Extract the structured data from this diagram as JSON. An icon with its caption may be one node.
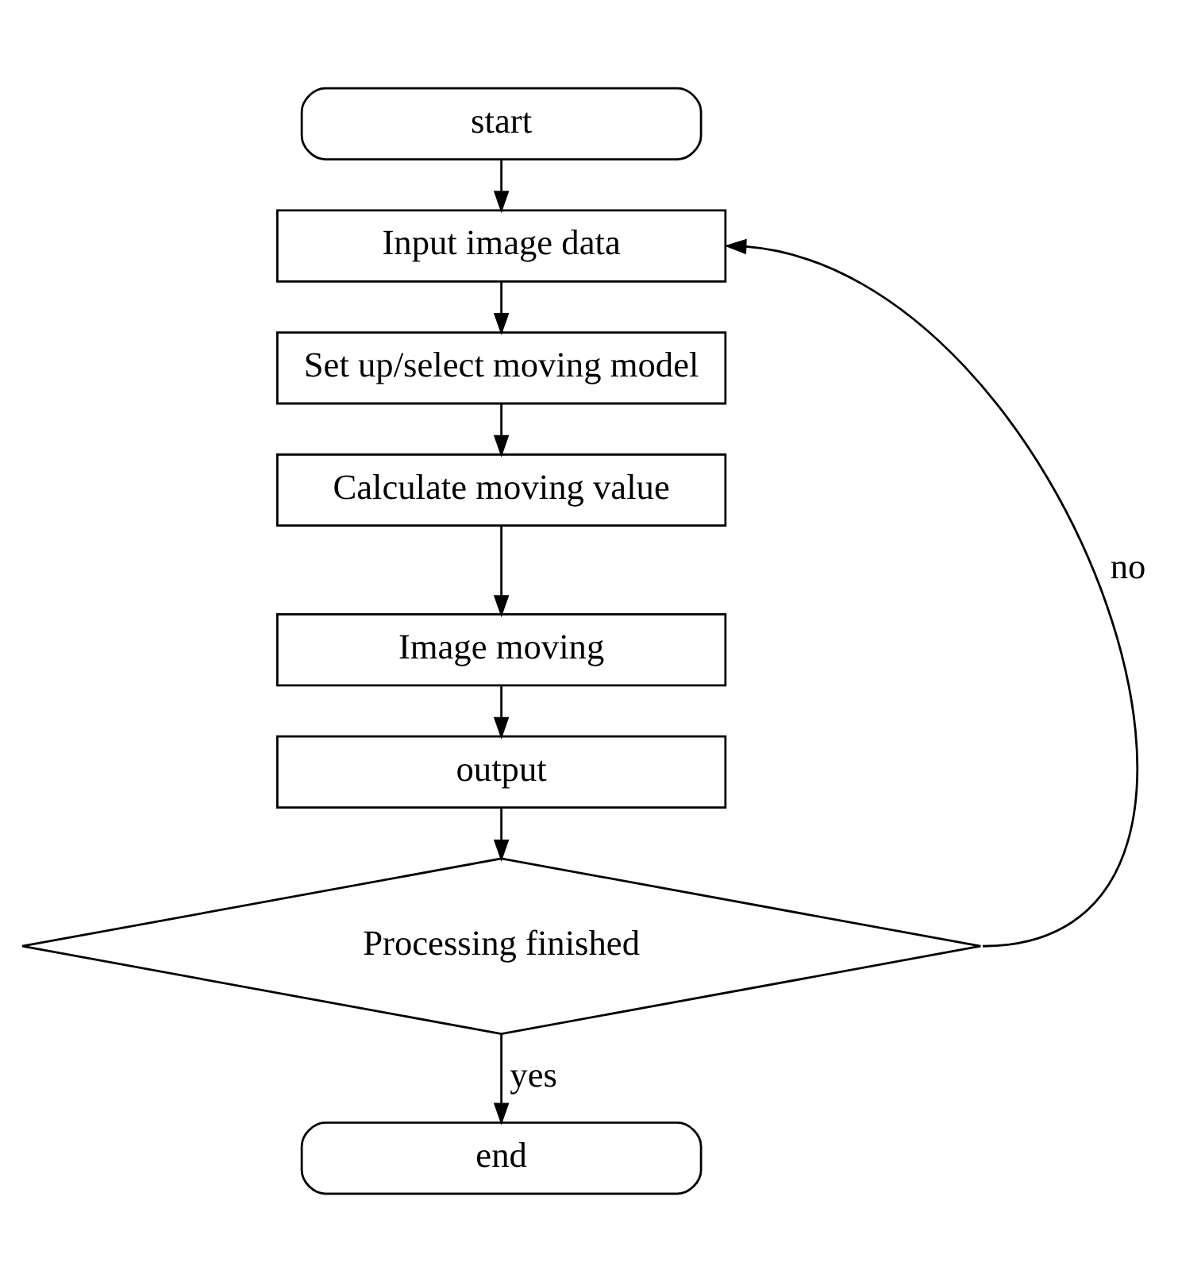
{
  "diagram": {
    "nodes": [
      {
        "text": [
          "start"
        ]
      },
      {
        "text": [
          "Input image data"
        ]
      },
      {
        "text": [
          "Set up/select moving model"
        ]
      },
      {
        "text": [
          "Calculate moving value"
        ]
      },
      {
        "text": [
          "Image moving"
        ]
      },
      {
        "text": [
          "output"
        ]
      },
      {
        "text": [
          "Processing finished"
        ]
      },
      {
        "text": [
          "end"
        ]
      }
    ],
    "edges": [
      {
        "from": 0,
        "to": 1,
        "arrow": "to"
      },
      {
        "from": 1,
        "to": 2,
        "arrow": "to"
      },
      {
        "from": 2,
        "to": 3,
        "arrow": "to"
      },
      {
        "from": 3,
        "to": 4,
        "arrow": "to"
      },
      {
        "from": 4,
        "to": 5,
        "arrow": "to"
      },
      {
        "from": 5,
        "to": 6,
        "arrow": "to"
      },
      {
        "from": 6,
        "to": 7,
        "arrow": "to",
        "label": "yes"
      },
      {
        "from": 6,
        "to": 1,
        "arrow": "to",
        "label": "no"
      }
    ]
  }
}
